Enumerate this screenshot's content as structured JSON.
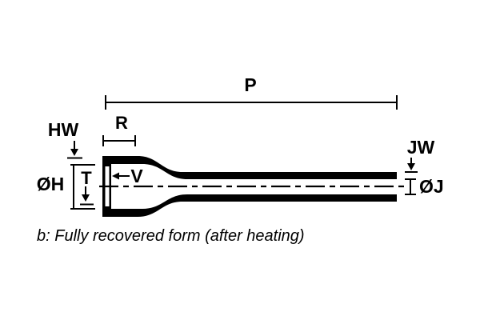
{
  "diagram": {
    "caption": "b: Fully recovered form (after heating)",
    "labels": {
      "p": "P",
      "r": "R",
      "hw": "HW",
      "oh": "ØH",
      "t": "T",
      "v": "V",
      "jw": "JW",
      "oj": "ØJ"
    },
    "colors": {
      "line": "#000000",
      "background": "#ffffff"
    }
  }
}
